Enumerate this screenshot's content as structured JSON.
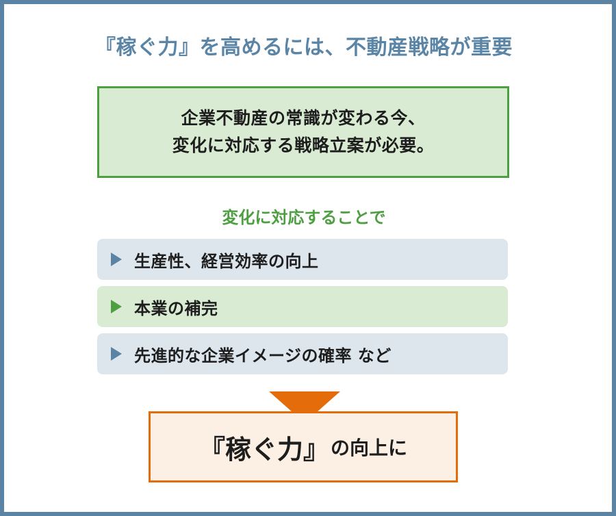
{
  "title": "『稼ぐ力』を高めるには、不動産戦略が重要",
  "summary_box": {
    "line1": "企業不動産の常識が変わる今、",
    "line2": "変化に対応する戦略立案が必要。"
  },
  "subhead": "変化に対応することで",
  "items": [
    {
      "label": "生産性、経営効率の向上",
      "style": "blue"
    },
    {
      "label": "本業の補完",
      "style": "green"
    },
    {
      "label": "先進的な企業イメージの確率 など",
      "style": "blue"
    }
  ],
  "result": {
    "emphasis": "『稼ぐ力』",
    "suffix": "の向上に"
  },
  "colors": {
    "frame": "#5b84a4",
    "green": "#4e9f42",
    "orange": "#e46c0a"
  }
}
